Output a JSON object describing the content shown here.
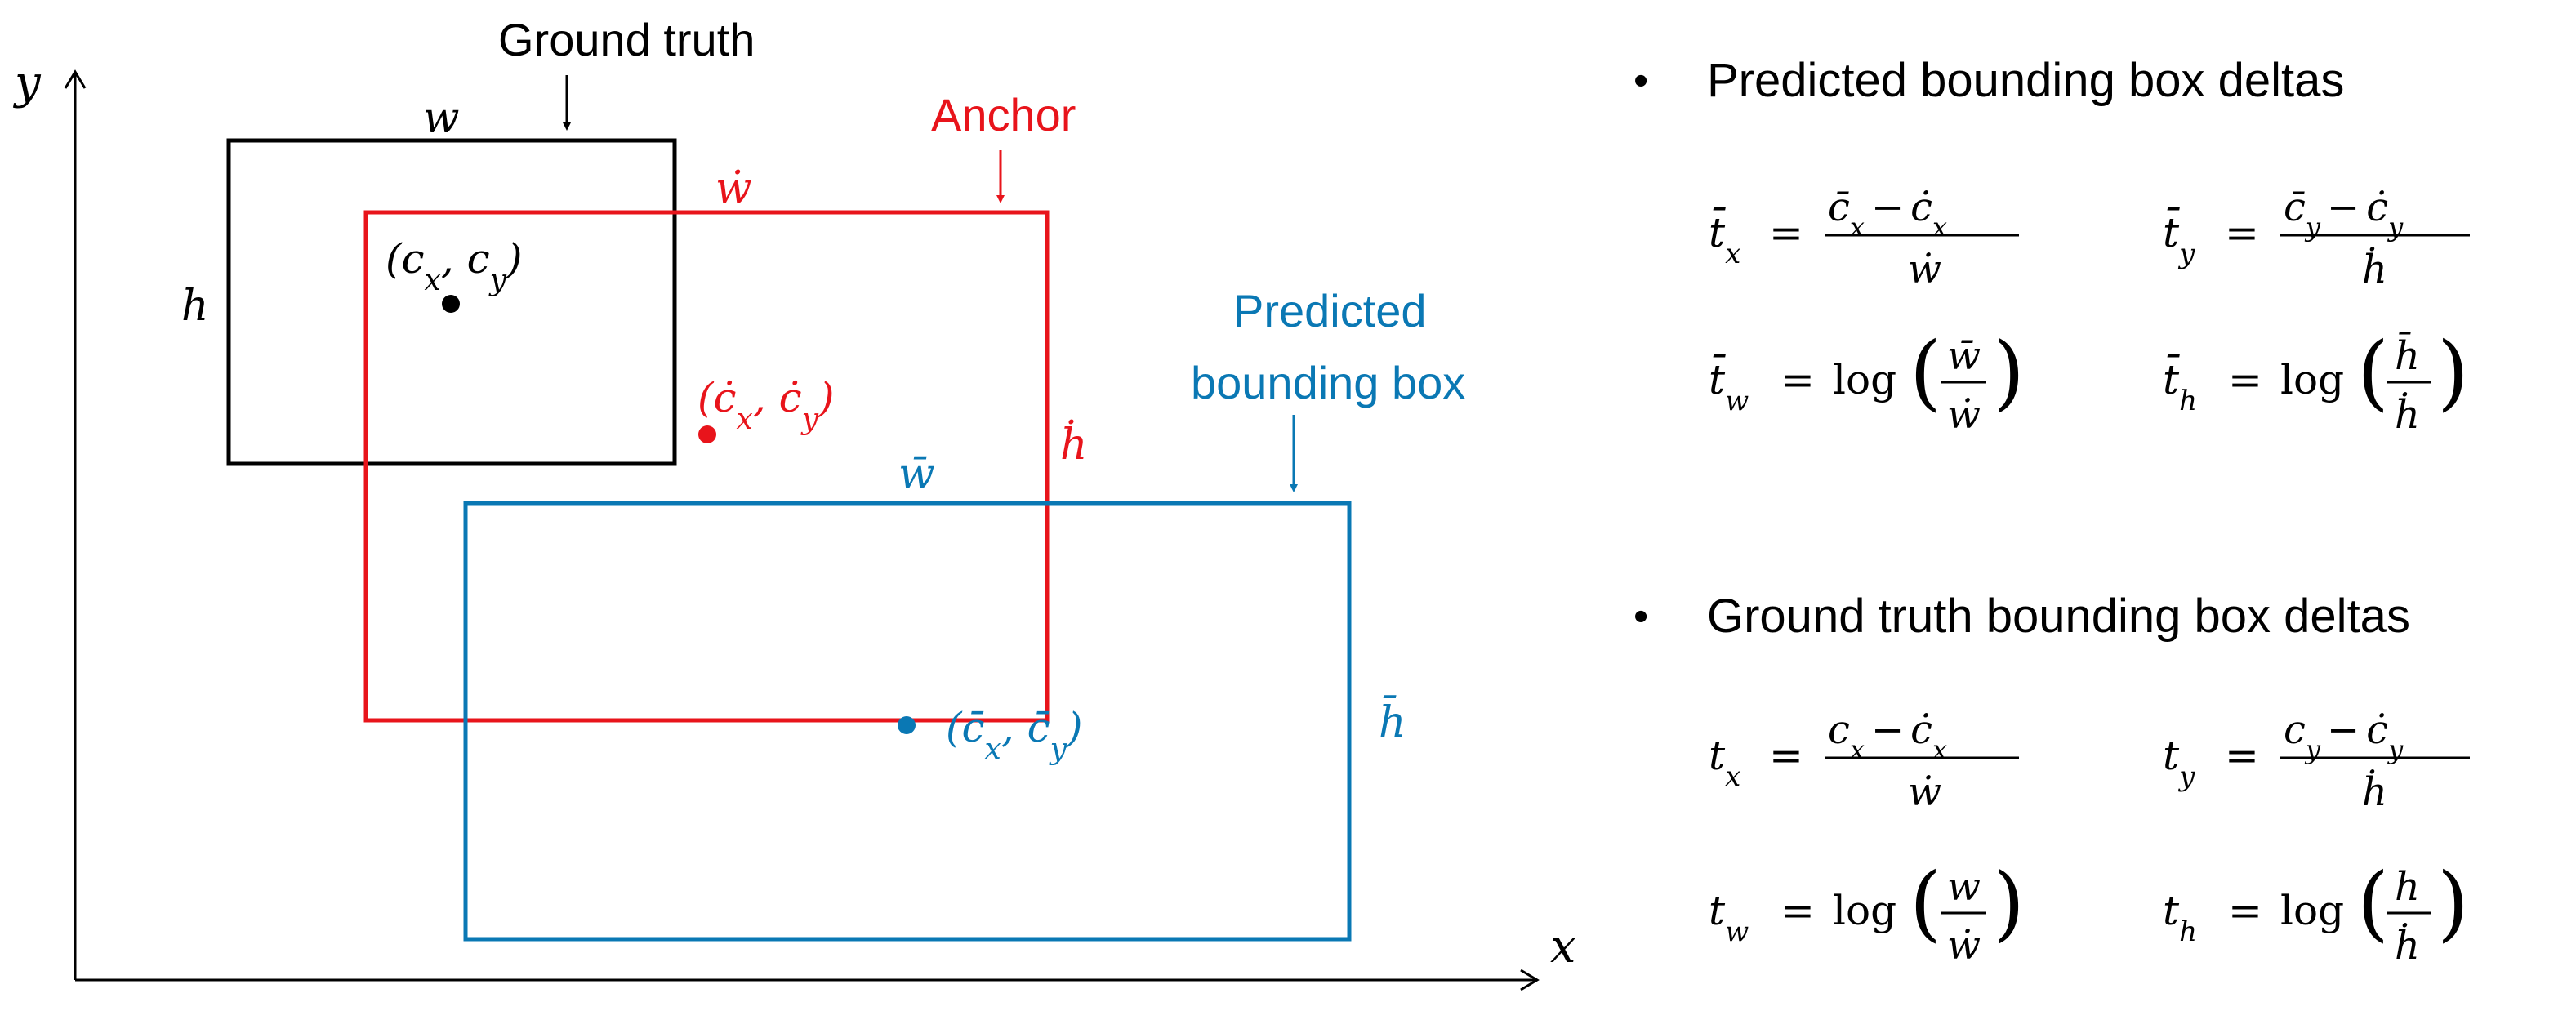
{
  "axes": {
    "x_label": "x",
    "y_label": "y"
  },
  "ground_truth": {
    "callout": "Ground truth",
    "width_label": "w",
    "height_label": "h",
    "center_label": "(c_x, c_y)",
    "color": "#000000"
  },
  "anchor": {
    "callout": "Anchor",
    "width_label": "ẇ",
    "height_label": "ḣ",
    "center_label": "(ċ_x, ċ_y)",
    "color": "#e8141b"
  },
  "predicted": {
    "callout_line1": "Predicted",
    "callout_line2": "bounding box",
    "width_label": "w̄",
    "height_label": "h̄",
    "center_label": "(c̄_x, c̄_y)",
    "color": "#0a78b4"
  },
  "formulas": {
    "predicted_heading": "Predicted bounding box deltas",
    "ground_truth_heading": "Ground truth bounding box deltas",
    "bullet": "•",
    "predicted": {
      "tx": {
        "lhs": "t̄_x",
        "numerator": "c̄_x − ċ_x",
        "denominator": "ẇ"
      },
      "ty": {
        "lhs": "t̄_y",
        "numerator": "c̄_y − ċ_y",
        "denominator": "ḣ"
      },
      "tw": {
        "lhs": "t̄_w",
        "func": "log",
        "numerator": "w̄",
        "denominator": "ẇ"
      },
      "th": {
        "lhs": "t̄_h",
        "func": "log",
        "numerator": "h̄",
        "denominator": "ḣ"
      }
    },
    "ground_truth": {
      "tx": {
        "lhs": "t_x",
        "numerator": "c_x − ċ_x",
        "denominator": "ẇ"
      },
      "ty": {
        "lhs": "t_y",
        "numerator": "c_y − ċ_y",
        "denominator": "ḣ"
      },
      "tw": {
        "lhs": "t_w",
        "func": "log",
        "numerator": "w",
        "denominator": "ẇ"
      },
      "th": {
        "lhs": "t_h",
        "func": "log",
        "numerator": "h",
        "denominator": "ḣ"
      }
    }
  }
}
